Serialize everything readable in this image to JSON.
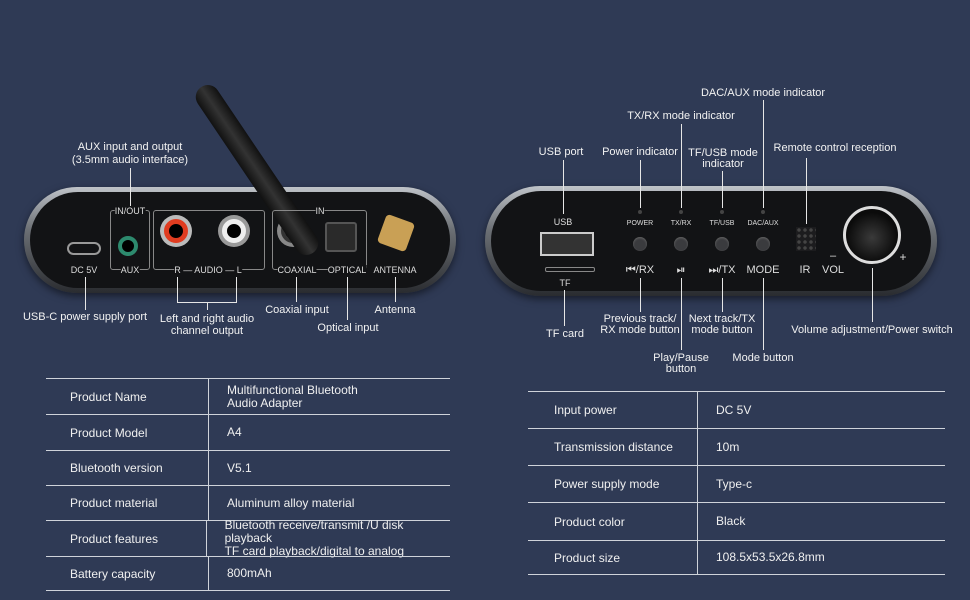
{
  "left_device": {
    "labels": {
      "in_out": "IN/OUT",
      "in": "IN",
      "dc": "DC 5V",
      "aux": "AUX",
      "audio": "R — AUDIO — L",
      "coaxial": "COAXIAL",
      "optical": "OPTICAL",
      "antenna": "ANTENNA"
    },
    "annotations": {
      "aux1": "AUX input and output",
      "aux2": "(3.5mm audio interface)",
      "usbc": "USB-C power supply port",
      "lr1": "Left and right audio",
      "lr2": "channel output",
      "coaxial": "Coaxial input",
      "optical": "Optical input",
      "antenna": "Antenna"
    }
  },
  "right_device": {
    "labels": {
      "usb": "USB",
      "tf": "TF",
      "power": "POWER",
      "txrx": "TX/RX",
      "tfusb": "TF/USB",
      "dacaux": "DAC/AUX",
      "prev": "⏮/RX",
      "play": "⏯",
      "next": "⏭/TX",
      "mode": "MODE",
      "ir": "IR",
      "vol": "VOL",
      "minus": "–",
      "plus": "+"
    },
    "annotations": {
      "usb_port": "USB port",
      "power_ind": "Power indicator",
      "txrx_ind": "TX/RX mode indicator",
      "tfusb1": "TF/USB mode",
      "tfusb2": "indicator",
      "dacaux_ind": "DAC/AUX mode  indicator",
      "remote": "Remote control reception",
      "tf_card": "TF card",
      "prev1": "Previous track/",
      "prev2": "RX mode button",
      "play1": "Play/Pause",
      "play2": "button",
      "next1": "Next track/TX",
      "next2": "mode button",
      "mode_btn": "Mode button",
      "vol": "Volume adjustment/Power switch"
    }
  },
  "spec_left": [
    {
      "k": "Product Name",
      "v": "Multifunctional  Bluetooth",
      "v2": "Audio Adapter"
    },
    {
      "k": "Product Model",
      "v": "A4"
    },
    {
      "k": "Bluetooth version",
      "v": "V5.1"
    },
    {
      "k": "Product material",
      "v": "Aluminum alloy material"
    },
    {
      "k": "Product features",
      "v": "Bluetooth receive/transmit /U disk playback",
      "v2": "TF card playback/digital to analog"
    },
    {
      "k": "Battery capacity",
      "v": "800mAh"
    }
  ],
  "spec_right": [
    {
      "k": "Input power",
      "v": "DC 5V"
    },
    {
      "k": "Transmission distance",
      "v": "10m"
    },
    {
      "k": "Power supply mode",
      "v": "Type-c"
    },
    {
      "k": "Product color",
      "v": "Black"
    },
    {
      "k": "Product size",
      "v": "108.5x53.5x26.8mm"
    }
  ]
}
